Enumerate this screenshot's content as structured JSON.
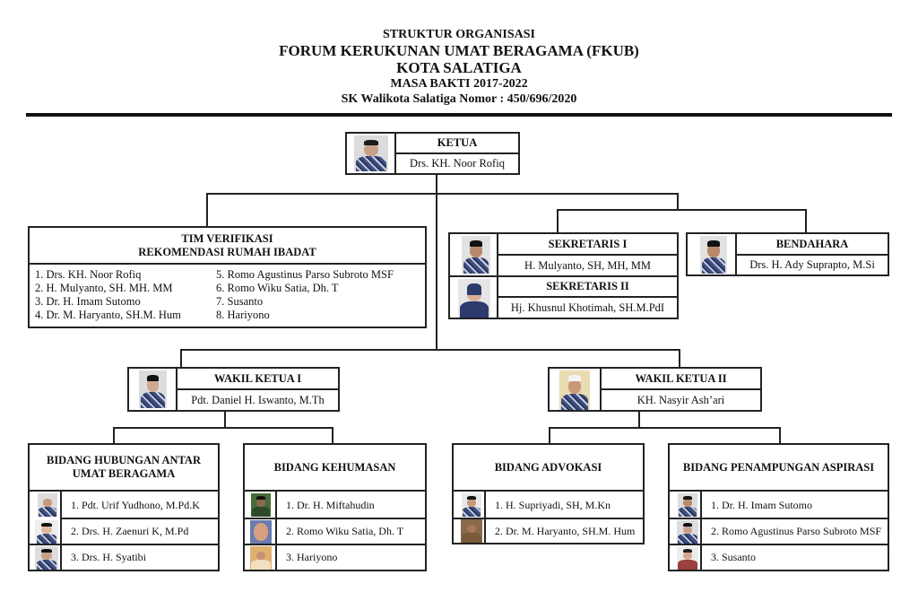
{
  "header": {
    "line1": "STRUKTUR ORGANISASI",
    "line2": "FORUM KERUKUNAN UMAT BERAGAMA (FKUB)",
    "line3": "KOTA SALATIGA",
    "line4": "MASA BAKTI 2017-2022",
    "line5": "SK Walikota Salatiga Nomor : 450/696/2020"
  },
  "ketua": {
    "title": "KETUA",
    "name": "Drs. KH. Noor Rofiq"
  },
  "tim_verifikasi": {
    "title1": "TIM VERIFIKASI",
    "title2": "REKOMENDASI RUMAH IBADAT",
    "col1": [
      "1.   Drs. KH. Noor Rofiq",
      "2.   H. Mulyanto, SH. MH. MM",
      "3.   Dr. H. Imam Sutomo",
      "4.   Dr. M. Haryanto, SH.M. Hum"
    ],
    "col2": [
      "5. Romo Agustinus Parso Subroto MSF",
      "6. Romo Wiku Satia, Dh. T",
      "7. Susanto",
      "8. Hariyono"
    ]
  },
  "sekretaris1": {
    "title": "SEKRETARIS I",
    "name": "H. Mulyanto, SH, MH, MM"
  },
  "sekretaris2": {
    "title": "SEKRETARIS II",
    "name": "Hj. Khusnul Khotimah, SH.M.PdI"
  },
  "bendahara": {
    "title": "BENDAHARA",
    "name": "Drs. H. Ady Suprapto, M.Si"
  },
  "wakil1": {
    "title": "WAKIL KETUA I",
    "name": "Pdt. Daniel H. Iswanto, M.Th"
  },
  "wakil2": {
    "title": "WAKIL KETUA II",
    "name": "KH. Nasyir Ash’ari"
  },
  "bidang": [
    {
      "title1": "BIDANG HUBUNGAN ANTAR",
      "title2": "UMAT BERAGAMA",
      "members": [
        "1. Pdt. Urif Yudhono, M.Pd.K",
        "2. Drs. H. Zaenuri K, M.Pd",
        "3. Drs. H. Syatibi"
      ]
    },
    {
      "title1": "BIDANG KEHUMASAN",
      "title2": "",
      "members": [
        "1. Dr. H. Miftahudin",
        "2. Romo Wiku Satia, Dh. T",
        "3. Hariyono"
      ]
    },
    {
      "title1": "BIDANG ADVOKASI",
      "title2": "",
      "members": [
        "1. H. Supriyadi, SH, M.Kn",
        "2. Dr. M. Haryanto, SH.M. Hum"
      ]
    },
    {
      "title1": "BIDANG PENAMPUNGAN ASPIRASI",
      "title2": "",
      "members": [
        "1. Dr. H. Imam Sutomo",
        "2. Romo Agustinus Parso Subroto MSF",
        "3. Susanto"
      ]
    }
  ],
  "colors": {
    "line": "#222222",
    "uniform": "#3d4f82",
    "photo_bg": "#e8e8e8"
  }
}
